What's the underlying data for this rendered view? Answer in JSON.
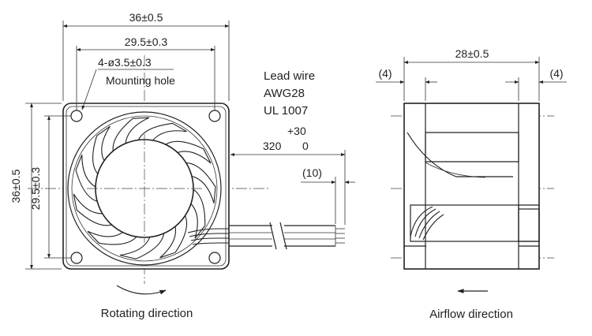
{
  "front_view": {
    "overall_width": "36±0.5",
    "hole_pitch_width": "29.5±0.3",
    "hole_spec": "4-ø3.5±0.3",
    "mounting_hole_label": "Mounting hole",
    "overall_height": "36±0.5",
    "hole_pitch_height": "29.5±0.3",
    "rotation_label": "Rotating direction"
  },
  "lead_wire": {
    "title": "Lead wire",
    "gauge": "AWG28",
    "standard": "UL 1007",
    "length_nominal": "320",
    "tol_upper": "+30",
    "tol_lower": "0",
    "strip_length": "(10)"
  },
  "side_view": {
    "depth": "28±0.5",
    "flange_left": "(4)",
    "flange_right": "(4)",
    "airflow_label": "Airflow direction"
  }
}
